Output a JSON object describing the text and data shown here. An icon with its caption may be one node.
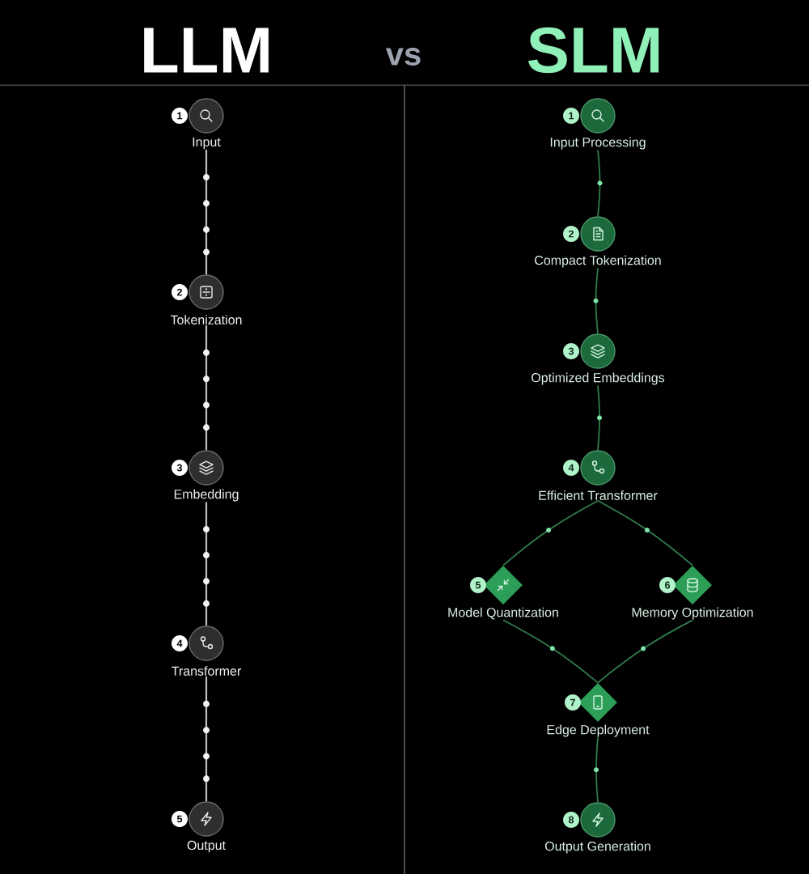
{
  "diagram": {
    "nodes": [
      {
        "text": [
          "Input"
        ],
        "beside": [
          "1"
        ]
      },
      {
        "text": [
          "Tokenization"
        ],
        "beside": [
          "2"
        ]
      },
      {
        "text": [
          "Embedding"
        ],
        "beside": [
          "3"
        ]
      },
      {
        "text": [
          "Transformer"
        ],
        "beside": [
          "4"
        ]
      },
      {
        "text": [
          "Output"
        ],
        "beside": [
          "5"
        ]
      },
      {
        "text": [
          "Input Processing"
        ],
        "beside": [
          "1"
        ]
      },
      {
        "text": [
          "Compact Tokenization"
        ],
        "beside": [
          "2"
        ]
      },
      {
        "text": [
          "Optimized Embeddings"
        ],
        "beside": [
          "3"
        ]
      },
      {
        "text": [
          "Efficient Transformer"
        ],
        "beside": [
          "4"
        ]
      },
      {
        "text": [
          "Model Quantization"
        ],
        "beside": [
          "5"
        ]
      },
      {
        "text": [
          "Memory Optimization"
        ],
        "beside": [
          "6"
        ]
      },
      {
        "text": [
          "Edge Deployment"
        ],
        "beside": [
          "7"
        ]
      },
      {
        "text": [
          "Output Generation"
        ],
        "beside": [
          "8"
        ]
      }
    ],
    "edges": [
      {
        "from": 0,
        "to": 1,
        "arrow": "none",
        "color": "#bdbdbd"
      },
      {
        "from": 1,
        "to": 2,
        "arrow": "none",
        "color": "#bdbdbd"
      },
      {
        "from": 2,
        "to": 3,
        "arrow": "none",
        "color": "#bdbdbd"
      },
      {
        "from": 3,
        "to": 4,
        "arrow": "none",
        "color": "#bdbdbd"
      },
      {
        "from": 5,
        "to": 6,
        "arrow": "none"
      },
      {
        "from": 6,
        "to": 7,
        "arrow": "none"
      },
      {
        "from": 7,
        "to": 8,
        "arrow": "none"
      },
      {
        "from": 8,
        "to": 9,
        "arrow": "none"
      },
      {
        "from": 8,
        "to": 10,
        "arrow": "none"
      },
      {
        "from": 9,
        "to": 11,
        "arrow": "none"
      },
      {
        "from": 10,
        "to": 11,
        "arrow": "none"
      },
      {
        "from": 11,
        "to": 12,
        "arrow": "none"
      }
    ],
    "labels": [
      "LLM",
      "vs",
      "SLM"
    ]
  }
}
